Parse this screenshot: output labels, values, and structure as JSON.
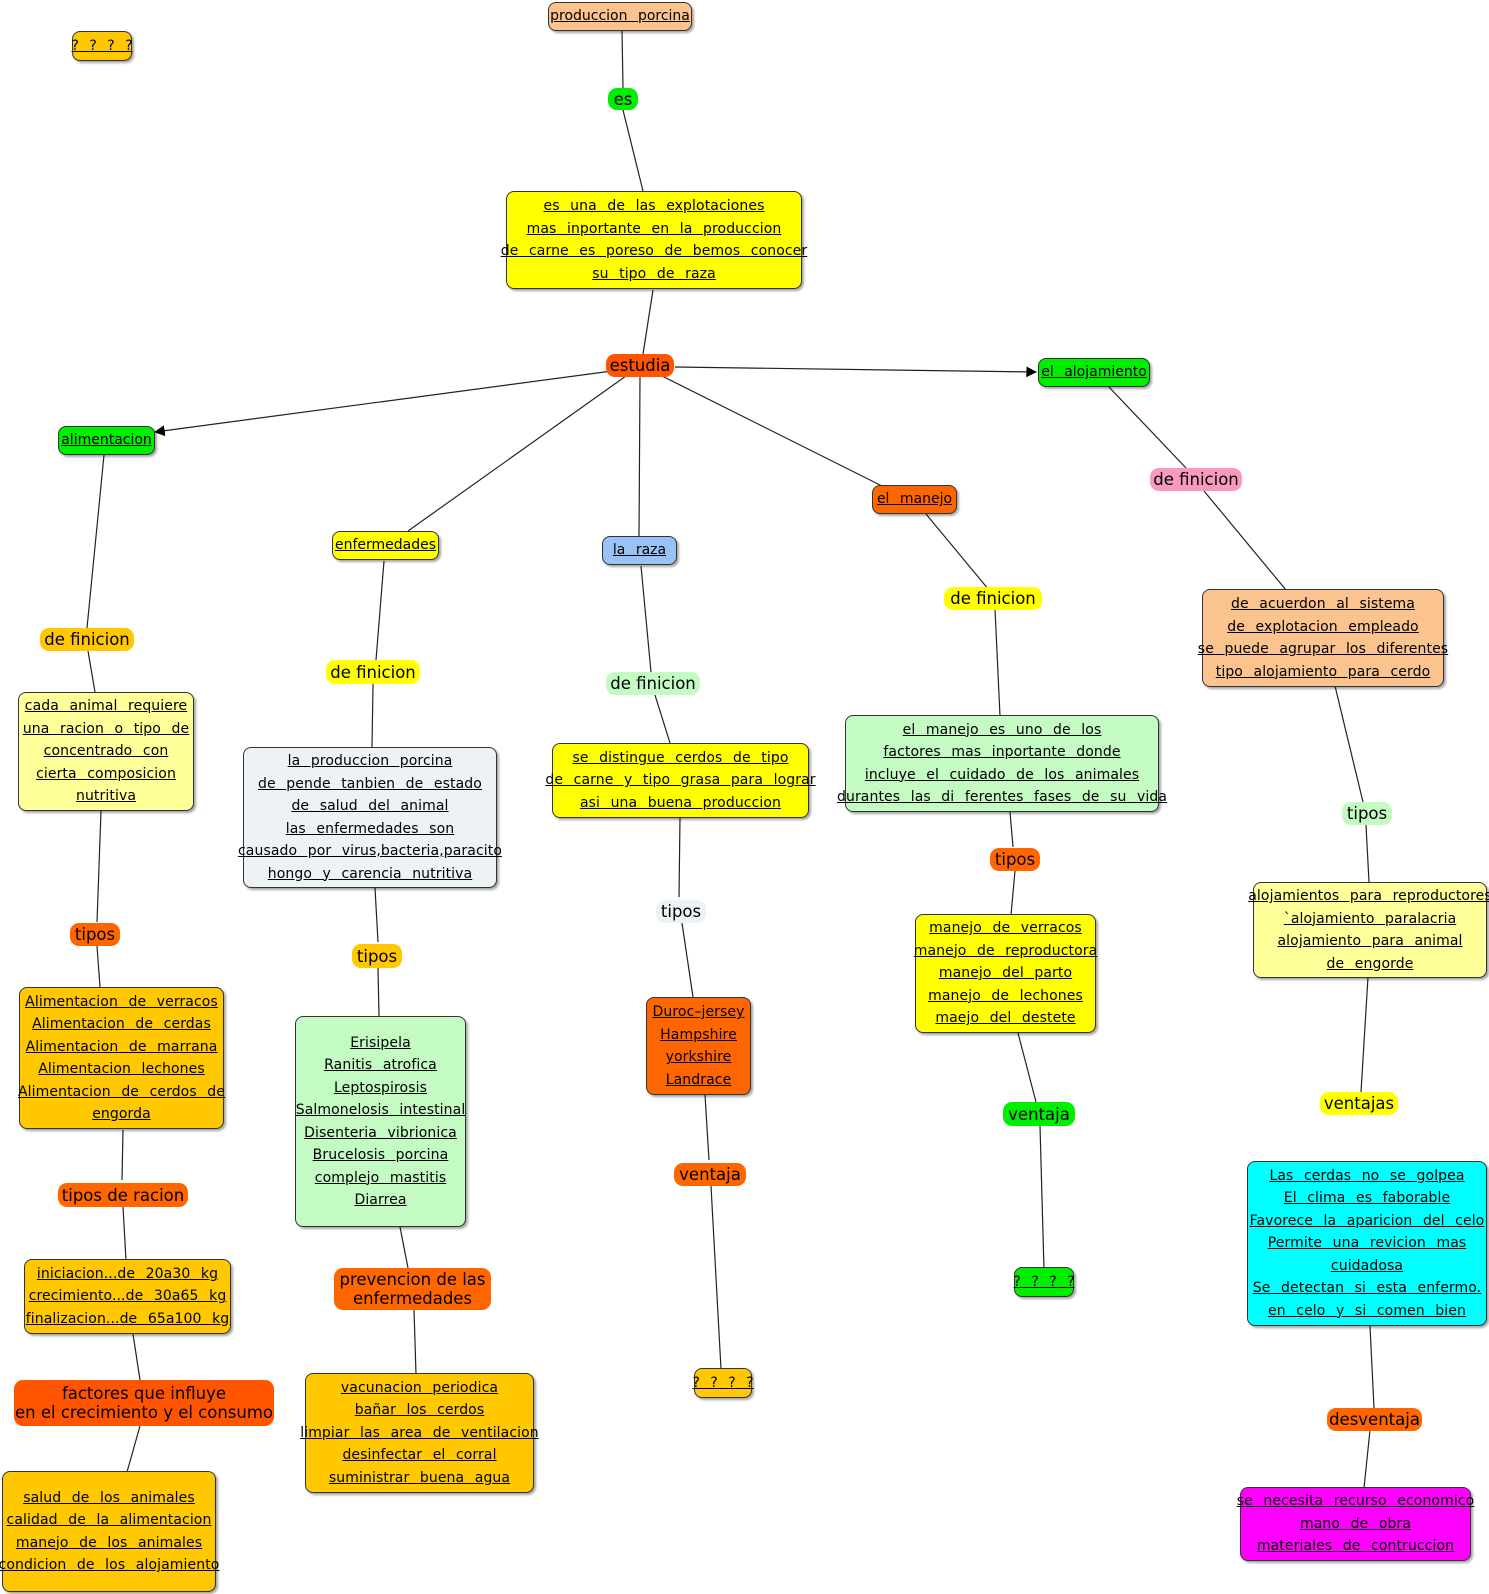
{
  "colors": {
    "peach": "#fbc48f",
    "yellow": "#ffff00",
    "green": "#00ee00",
    "orange": "#ff6600",
    "amber": "#ffc800",
    "pink": "#f799c0",
    "light_yellow": "#ffff99",
    "light_green": "#c3fbc3",
    "light_gray": "#edf2f4",
    "blue": "#99c3f7",
    "cyan": "#00ffff",
    "magenta": "#ff00ff",
    "dark_orange": "#ff5500"
  },
  "nodes": {
    "unknown_top_left": [
      "? ? ? ?"
    ],
    "produccion_porcina": [
      "produccion  porcina"
    ],
    "definicion_principal": [
      "es  una  de  las  explotaciones",
      "mas  inportante  en  la  produccion",
      "de  carne  es  poreso  de  bemos  conocer",
      "su  tipo  de  raza"
    ],
    "alimentacion": [
      "alimentacion"
    ],
    "alojamiento": [
      "el  alojamiento"
    ],
    "enfermedades": [
      "enfermedades"
    ],
    "la_raza": [
      "  la  raza"
    ],
    "el_manejo": [
      "el  manejo"
    ],
    "alojamiento_def": [
      "de  acuerdon  al  sistema",
      "de  explotacion  empleado",
      "se  puede  agrupar  los  diferentes",
      "tipo  alojamiento  para  cerdo"
    ],
    "alimentacion_def": [
      "cada  animal  requiere",
      "una  racion  o  tipo  de ",
      "concentrado  con",
      "cierta  composicion",
      "nutritiva  "
    ],
    "enfermedades_def": [
      "la  produccion  porcina",
      "de  pende  tanbien  de  estado",
      "de  salud  del  animal ",
      "las  enfermedades  son ",
      "causado  por  virus,bacteria,paracito",
      "hongo  y  carencia  nutritiva"
    ],
    "raza_def": [
      "  se  distingue  cerdos  de  tipo",
      "de  carne  y  tipo  grasa  para  lograr",
      "asi  una  buena  produccion"
    ],
    "manejo_def": [
      "el  manejo  es  uno  de  los ",
      "factores  mas  inportante  donde",
      "incluye  el  cuidado  de  los  animales",
      "durantes  las  di  ferentes  fases  de  su  vida"
    ],
    "alojamiento_tipos": [
      "alojamientos  para  reproductores",
      "`alojamiento  paralacria",
      "alojamiento  para  animal",
      "de  engorde"
    ],
    "manejo_tipos": [
      "manejo  de  verracos",
      "manejo  de  reproductora",
      "manejo  del  parto",
      "manejo  de  lechones",
      "maejo  del  destete"
    ],
    "alimentacion_tipos": [
      "Alimentacion  de  verracos",
      "Alimentacion  de  cerdas",
      "Alimentacion  de  marrana",
      "Alimentacion  lechones",
      "Alimentacion  de  cerdos  de",
      "engorda"
    ],
    "enfermedades_tipos": [
      "Erisipela",
      "Ranitis  atrofica",
      "Leptospirosis",
      "Salmonelosis  intestinal",
      "Disenteria  vibrionica",
      "Brucelosis  porcina",
      "complejo  mastitis",
      "Diarrea"
    ],
    "raza_tipos": [
      "Duroc–jersey",
      "Hampshire",
      "yorkshire",
      "Landrace"
    ],
    "alojamiento_ventajas": [
      "Las  cerdas  no  se  golpea",
      "El  clima  es  faborable",
      "Favorece  la  aparicion  del    celo",
      "Permite  una  revicion  mas",
      "cuidadosa",
      "Se  detectan  si  esta  enfermo.",
      "en  celo  y  si  comen  bien"
    ],
    "manejo_ventaja_unknown": [
      "? ? ? ?"
    ],
    "tipos_racion_list": [
      "iniciacion...de  20a30  kg",
      "crecimiento...de  30a65  kg",
      "finalizacion...de  65a100  kg"
    ],
    "prevencion_list": [
      "vacunacion  periodica",
      "bañar  los  cerdos",
      "limpiar  las  area  de  ventilacion",
      "desinfectar  el    corral",
      "suministrar  buena  agua"
    ],
    "raza_ventaja_unknown": [
      "? ? ? ?"
    ],
    "factores_list": [
      "salud  de  los  animales",
      "calidad  de  la  alimentacion",
      "manejo  de  los  animales",
      "condicion  de  los  alojamiento"
    ],
    "desventaja_list": [
      "se  necesita  recurso  economico",
      "mano  de  obra ",
      "materiales  de  contruccion"
    ]
  },
  "labels": {
    "es": [
      "es"
    ],
    "estudia": [
      "estudia"
    ],
    "def_alojamiento": [
      "de finicion"
    ],
    "def_manejo": [
      "de finicion"
    ],
    "def_alimentacion": [
      "de finicion"
    ],
    "def_enfermedades": [
      "de finicion"
    ],
    "def_raza": [
      "de finicion"
    ],
    "tipos_alojamiento": [
      "tipos"
    ],
    "tipos_manejo": [
      "tipos"
    ],
    "tipos_raza": [
      "tipos"
    ],
    "tipos_alimentacion": [
      "tipos"
    ],
    "tipos_enfermedades": [
      "tipos"
    ],
    "ventajas_alojamiento": [
      "ventajas"
    ],
    "ventaja_manejo": [
      "ventaja"
    ],
    "ventaja_raza": [
      "ventaja"
    ],
    "tipos_de_racion": [
      "tipos de racion"
    ],
    "prevencion": [
      "prevencion de las",
      "enfermedades"
    ],
    "factores": [
      "factores que influye",
      "en el crecimiento y el consumo"
    ],
    "desventaja": [
      "desventaja"
    ]
  }
}
